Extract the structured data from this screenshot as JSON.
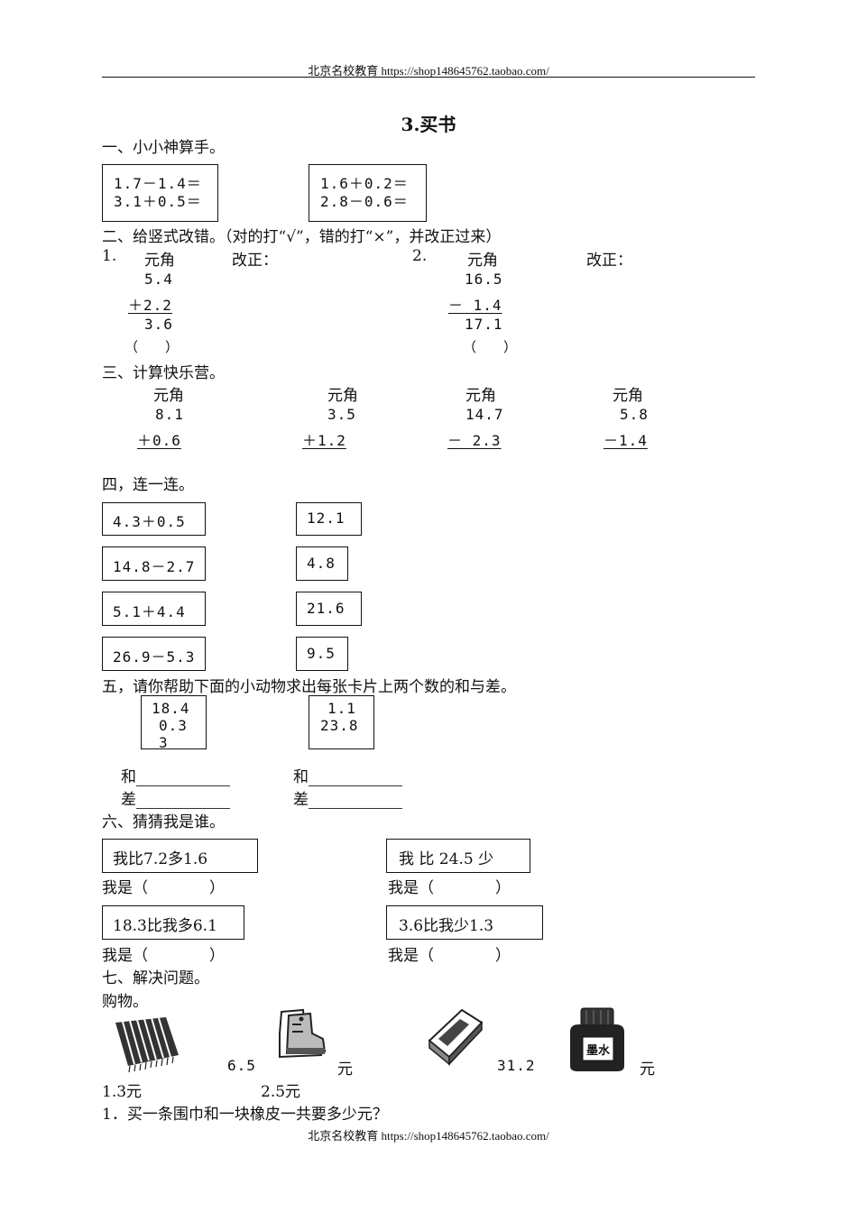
{
  "header": {
    "text": "北京名校教育 https://shop148645762.taobao.com/"
  },
  "footer": {
    "text": "北京名校教育 https://shop148645762.taobao.com/"
  },
  "title": "3.买书",
  "s1": {
    "heading": "一、小小神算手。",
    "box1": [
      "1.7－1.4＝",
      "3.1＋0.5＝"
    ],
    "box2": [
      "1.6＋0.2＝",
      "2.8－0.6＝"
    ]
  },
  "s2": {
    "heading": "二、给竖式改错。（对的打“√”，错的打“×”，并改正过来）",
    "p1": {
      "no": "1.",
      "unit": "元角",
      "fix": "改正：",
      "a": "5.4",
      "op": "＋2.2",
      "res": "3.6",
      "paren": "（　　）"
    },
    "p2": {
      "no": "2.",
      "unit": "元角",
      "fix": "改正：",
      "a": "16.5",
      "op": "－ 1.4",
      "res": "17.1",
      "paren": "（　　）"
    }
  },
  "s3": {
    "heading": "三、计算快乐营。",
    "items": [
      {
        "unit": "元角",
        "a": "8.1",
        "op": "＋0.6"
      },
      {
        "unit": "元角",
        "a": "3.5",
        "op": "＋1.2"
      },
      {
        "unit": "元角",
        "a": "14.7",
        "op": "－ 2.3"
      },
      {
        "unit": "元角",
        "a": "5.8",
        "op": "－1.4"
      }
    ]
  },
  "s4": {
    "heading": "四，连一连。",
    "left": [
      "4.3＋0.5",
      "14.8－2.7",
      "5.1＋4.4",
      "26.9－5.3"
    ],
    "right": [
      "12.1",
      "4.8",
      "21.6",
      "9.5"
    ]
  },
  "s5": {
    "heading": "五，请你帮助下面的小动物求出每张卡片上两个数的和与差。",
    "card1": [
      "18.4",
      "0.3",
      "3"
    ],
    "card2": [
      "1.1",
      "23.8"
    ],
    "sum_label": "和",
    "diff_label": "差"
  },
  "s6": {
    "heading": "六、猜猜我是谁。",
    "q1": "我比7.2多1.6",
    "q2": "我 比  24.5  少",
    "q3": "18.3比我多6.1",
    "q4": "3.6比我少1.3",
    "answer": "我是（　　　　）"
  },
  "s7": {
    "heading": "七、解决问题。",
    "sub": "购物。",
    "price_scarf": "1.3元",
    "price_boots": "2.5元",
    "price_eraser_num": "6.5",
    "price_eraser_unit": "元",
    "price_ink_num": "31.2",
    "price_ink_unit": "元",
    "ink_label": "墨水",
    "q1": "1．买一条围巾和一块橡皮一共要多少元？"
  }
}
